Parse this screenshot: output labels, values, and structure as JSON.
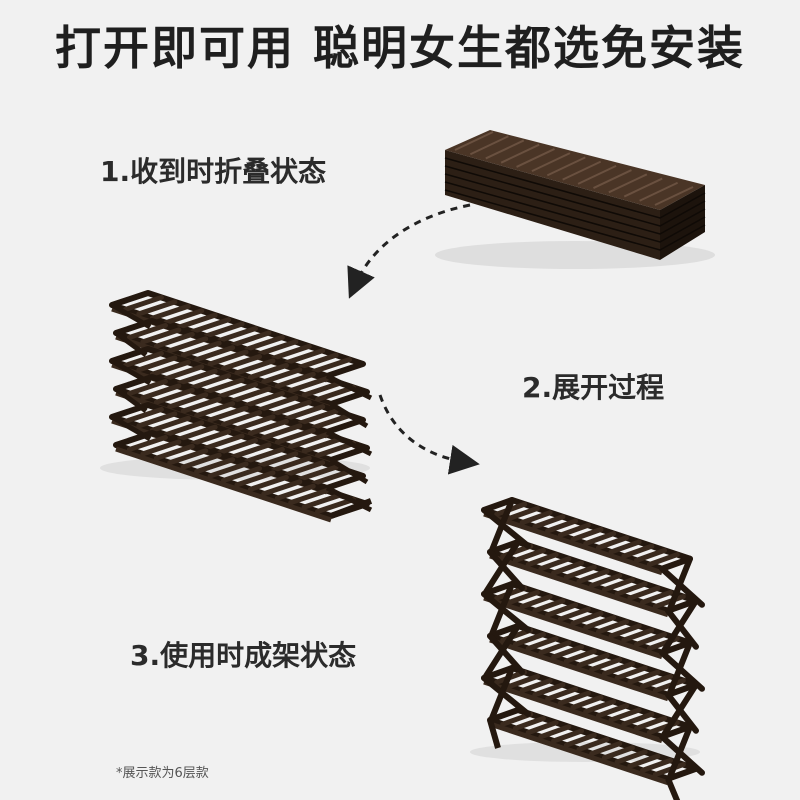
{
  "title": "打开即可用 聪明女生都选免安装",
  "steps": {
    "step1": "1.收到时折叠状态",
    "step2": "2.展开过程",
    "step3": "3.使用时成架状态"
  },
  "note": "*展示款为6层款",
  "colors": {
    "background": "#f1f1f1",
    "wood": "#3a2a1e",
    "wood_dark": "#24180f",
    "wood_light": "#5a4332",
    "arrow": "#222222"
  }
}
